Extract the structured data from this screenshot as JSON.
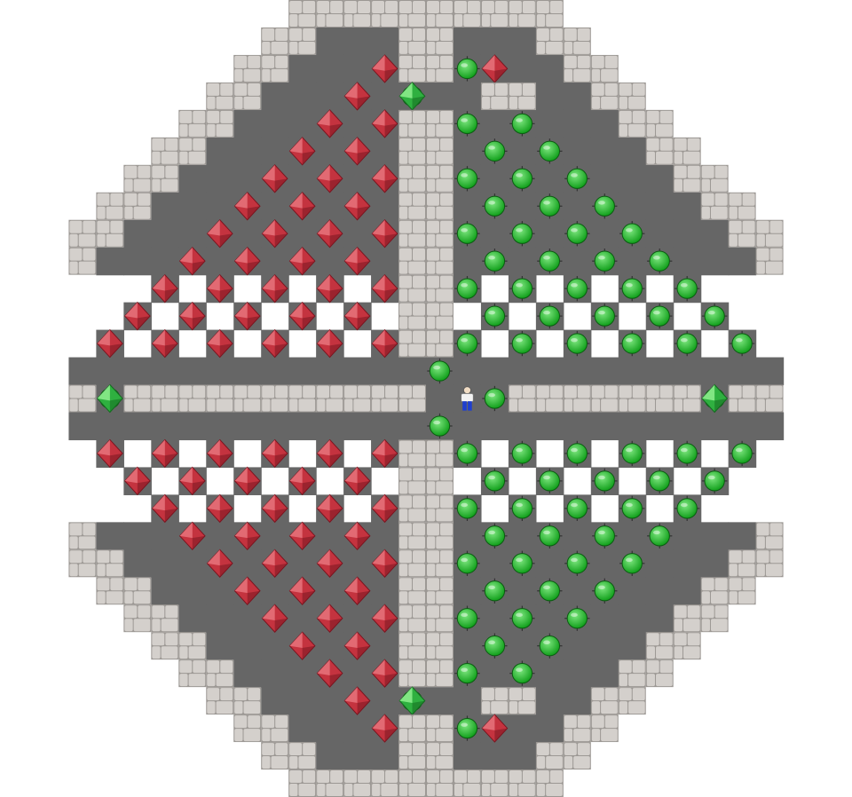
{
  "game": {
    "title": "",
    "tile_kinds": [
      "wall",
      "floor",
      "goal",
      "box",
      "box-on-goal",
      "player"
    ],
    "colors": {
      "floor": "#666666",
      "wall": "#d4d0cc",
      "wall_shadow": "#9c9894",
      "box": "#c4333f",
      "box_highlight": "#e8747d",
      "goal": "#12a01c",
      "goal_highlight": "#7de67f",
      "box_on_goal": "#2fb040",
      "player_shirt": "#f2f2f2",
      "player_pants": "#1f3fcf"
    },
    "map": [
      "        ##########        ",
      "       ##   ##   ##       ",
      "      ##   $##.$  ##      ",
      "     ##   $ *  ##  ##     ",
      "    ##   $ $##. .   ##    ",
      "   ##   $ $ ## . .   ##   ",
      "  ##   $ $ $##. . .   ##  ",
      " ##   $ $ $ ## . . .   ## ",
      "##   $ $ $ $##. . . .   ##",
      "#   $ $ $ $ ## . . . .   #",
      "   $ $ $ $ $##. . . . .   ",
      "  $ $ $ $ $ ## . . . . .  ",
      " $ $ $ $ $ $##. . . . . . ",
      "             .            ",
      "#*########### @.#######*##",
      "             .            ",
      " $ $ $ $ $ $##. . . . . . ",
      "  $ $ $ $ $ ## . . . . .  ",
      "   $ $ $ $ $##. . . . .   ",
      "#   $ $ $ $ ## . . . .   #",
      "##   $ $ $ $##. . . .   ##",
      " ##   $ $ $ ## . . .   ## ",
      "  ##   $ $ $##. . .   ##  ",
      "   ##   $ $ ## . .   ##   ",
      "    ##   $ $##. .   ##    ",
      "     ##   $ *  ##  ##     ",
      "      ##   $##.$  ##      ",
      "       ##   ##   ##       ",
      "        ##########        "
    ]
  }
}
